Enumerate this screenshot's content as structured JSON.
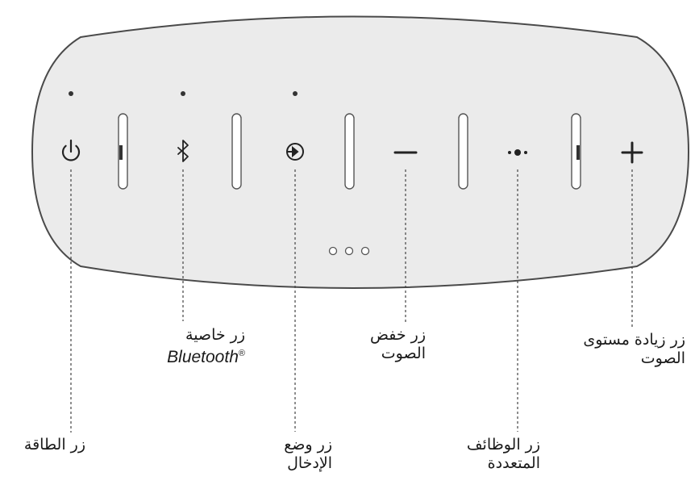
{
  "labels": {
    "power": "زر الطاقة",
    "bluetooth_line1": "زر خاصية",
    "bluetooth_brand": "Bluetooth",
    "bluetooth_mark": "®",
    "input_line1": "زر وضع",
    "input_line2": "الإدخال",
    "vol_down_line1": "زر خفض",
    "vol_down_line2": "الصوت",
    "multi_line1": "زر الوظائف",
    "multi_line2": "المتعددة",
    "vol_up_line1": "زر زيادة مستوى",
    "vol_up_line2": "الصوت"
  },
  "icons": [
    "power-icon",
    "bluetooth-icon",
    "input-icon",
    "minus-icon",
    "multi-function-icon",
    "plus-icon"
  ],
  "colors": {
    "stroke": "#4a4a4a",
    "fill": "#ebebeb",
    "text": "#1a1a1a"
  }
}
